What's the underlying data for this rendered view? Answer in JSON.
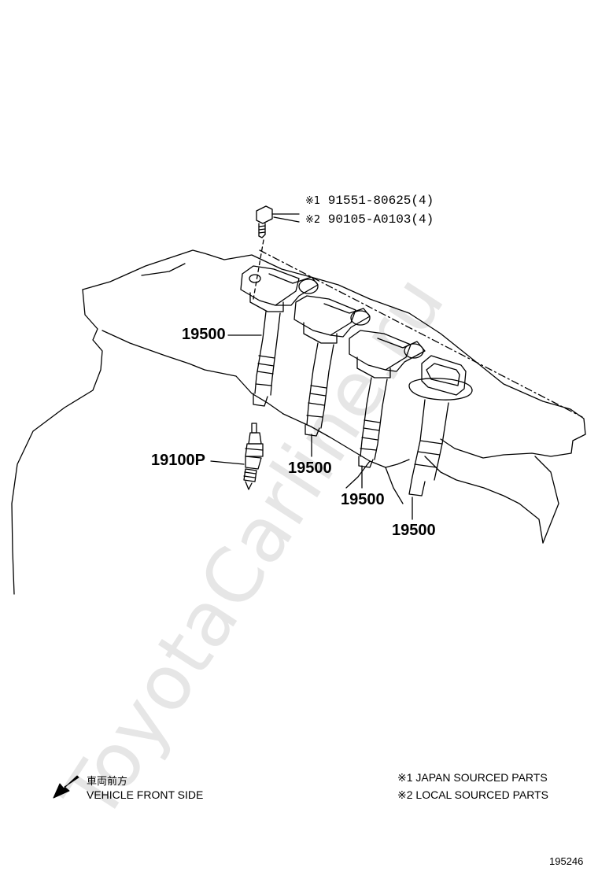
{
  "watermark": "ToyotaCarline.ru",
  "fasteners": [
    {
      "mark": "※1",
      "part_number": "91551-80625(4)"
    },
    {
      "mark": "※2",
      "part_number": "90105-A0103(4)"
    }
  ],
  "callouts": {
    "coil_1": "19500",
    "coil_2": "19500",
    "coil_3": "19500",
    "coil_4": "19500",
    "spark_plug": "19100P"
  },
  "legend": {
    "direction_jp": "車両前方",
    "direction_en": "VEHICLE FRONT SIDE",
    "note_1": "※1 JAPAN SOURCED PARTS",
    "note_2": "※2 LOCAL SOURCED PARTS"
  },
  "figure_id": "195246"
}
